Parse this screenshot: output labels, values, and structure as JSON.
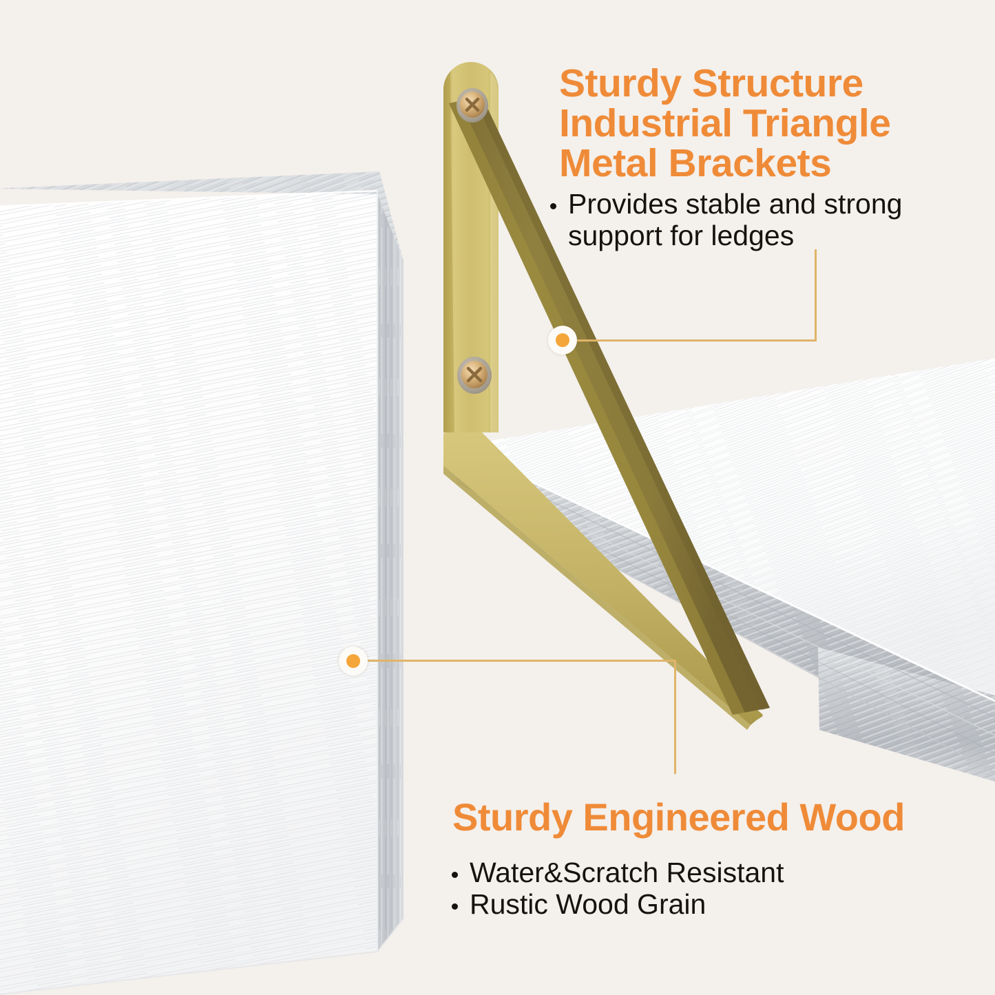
{
  "background_color": "#f4f0ec",
  "accent_color": "#ef8b38",
  "callout_line_color": "#e0b469",
  "marker_dot_color": "#f4a63a",
  "callouts": {
    "bracket": {
      "headline": "Sturdy Structure\nIndustrial Triangle\nMetal Brackets",
      "bullets": [
        "Provides stable and strong support for ledges"
      ],
      "marker_label": "bracket-callout-marker"
    },
    "wood": {
      "headline": "Sturdy Engineered Wood",
      "bullets": [
        "Water&Scratch Resistant",
        "Rustic Wood Grain"
      ],
      "marker_label": "wood-callout-marker"
    }
  },
  "product": {
    "shelf_board_name": "white engineered wood shelf board",
    "wall_board_name": "white engineered wood panel",
    "bracket_name": "gold triangle metal bracket",
    "bracket_color": "#cdbb6d",
    "bracket_brace_color": "#8d7c3e",
    "screw_count": 2,
    "screw_color": "#d8b municipal"
  }
}
